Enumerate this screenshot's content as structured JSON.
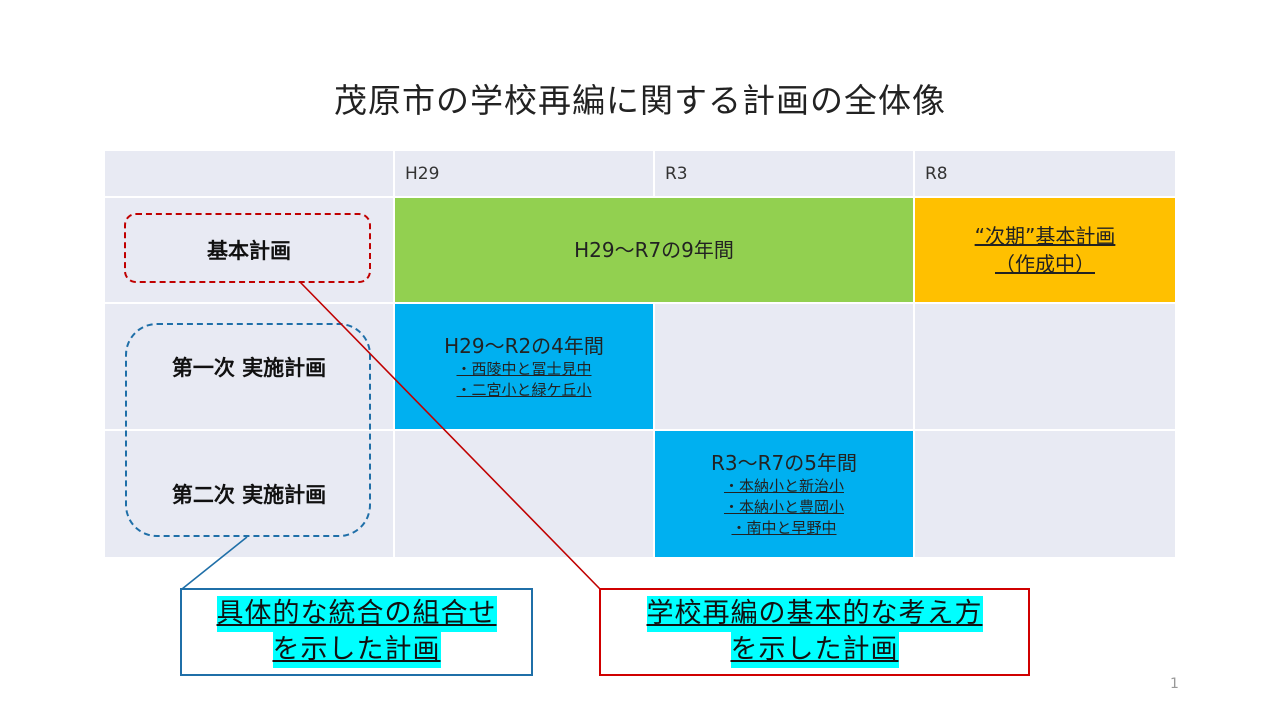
{
  "slide": {
    "title": "茂原市の学校再編に関する計画の全体像",
    "page_number": "1"
  },
  "table": {
    "header": [
      "",
      "H29",
      "R3",
      "R8"
    ],
    "rows": [
      {
        "label": "基本計画",
        "bars": [
          {
            "text": "H29〜R7の9年間",
            "color": "#92d050",
            "span": "H29-R7"
          },
          {
            "text": "“次期”基本計画",
            "sub": "（作成中）",
            "color": "#ffc000",
            "span": "R8-"
          }
        ]
      },
      {
        "label": "第一次 実施計画",
        "bars": [
          {
            "text": "H29〜R2の4年間",
            "items": [
              "・西陵中と冨士見中",
              "・二宮小と緑ケ丘小"
            ],
            "color": "#00b0f0",
            "span": "H29-R2"
          }
        ]
      },
      {
        "label": "第二次 実施計画",
        "bars": [
          {
            "text": "R3〜R7の5年間",
            "items": [
              "・本納小と新治小",
              "・本納小と豊岡小",
              "・南中と早野中"
            ],
            "color": "#00b0f0",
            "span": "R3-R7"
          }
        ]
      }
    ]
  },
  "callouts": {
    "implementation": {
      "line1": "具体的な統合の組合せ",
      "line2": "を示した計画",
      "border_color": "#1f6fa8"
    },
    "basic": {
      "line1": "学校再編の基本的な考え方",
      "line2": "を示した計画",
      "border_color": "#d00000"
    }
  }
}
